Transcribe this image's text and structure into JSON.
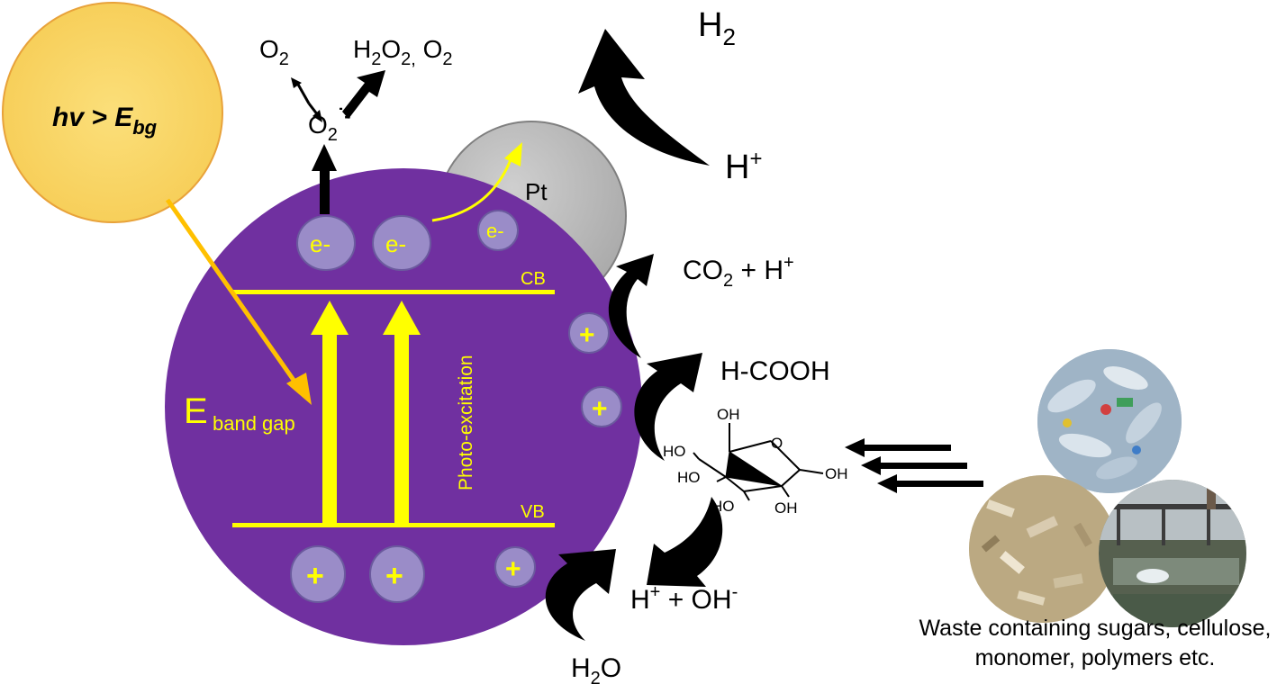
{
  "sun": {
    "text": "hv > E",
    "subscript": "bg"
  },
  "particle": {
    "cb": "CB",
    "vb": "VB",
    "band_gap_main": "E",
    "band_gap_sub": "band gap",
    "photo": "Photo-excitation",
    "electron_label": "e-",
    "hole_label": "+"
  },
  "cocatalyst": {
    "label": "Pt"
  },
  "species": {
    "o2": {
      "main": "O",
      "sub": "2"
    },
    "h2o2_o2": {
      "a": "H",
      "a_sub": "2",
      "b": "O",
      "b_sub": "2,",
      "c": " O",
      "c_sub": "2"
    },
    "superoxide": {
      "main": "O",
      "sub": "2",
      "sup": "˙-"
    },
    "h2": {
      "main": "H",
      "sub": "2"
    },
    "h_plus": {
      "main": "H",
      "sup": "+"
    },
    "co2": {
      "main": "CO",
      "sub": "2",
      "rest": " + H",
      "sup": "+"
    },
    "formic": "H-COOH",
    "h_oh": {
      "a": "H",
      "a_sup": "+",
      "b": " + OH",
      "b_sup": "-"
    },
    "h2o": {
      "a": "H",
      "a_sub": "2",
      "b": "O"
    }
  },
  "glucose": {
    "oh": "OH",
    "ho": "HO",
    "o": "O"
  },
  "waste_caption": [
    "Waste containing sugars, cellulose,",
    "monomer, polymers etc."
  ],
  "colors": {
    "sun": "#f9d565",
    "sun_border": "#e8a23a",
    "particle": "#7030a0",
    "carrier": "#9a8cc8",
    "band": "#ffff00",
    "pt": "#bfbfbf",
    "arrow": "#000000"
  }
}
